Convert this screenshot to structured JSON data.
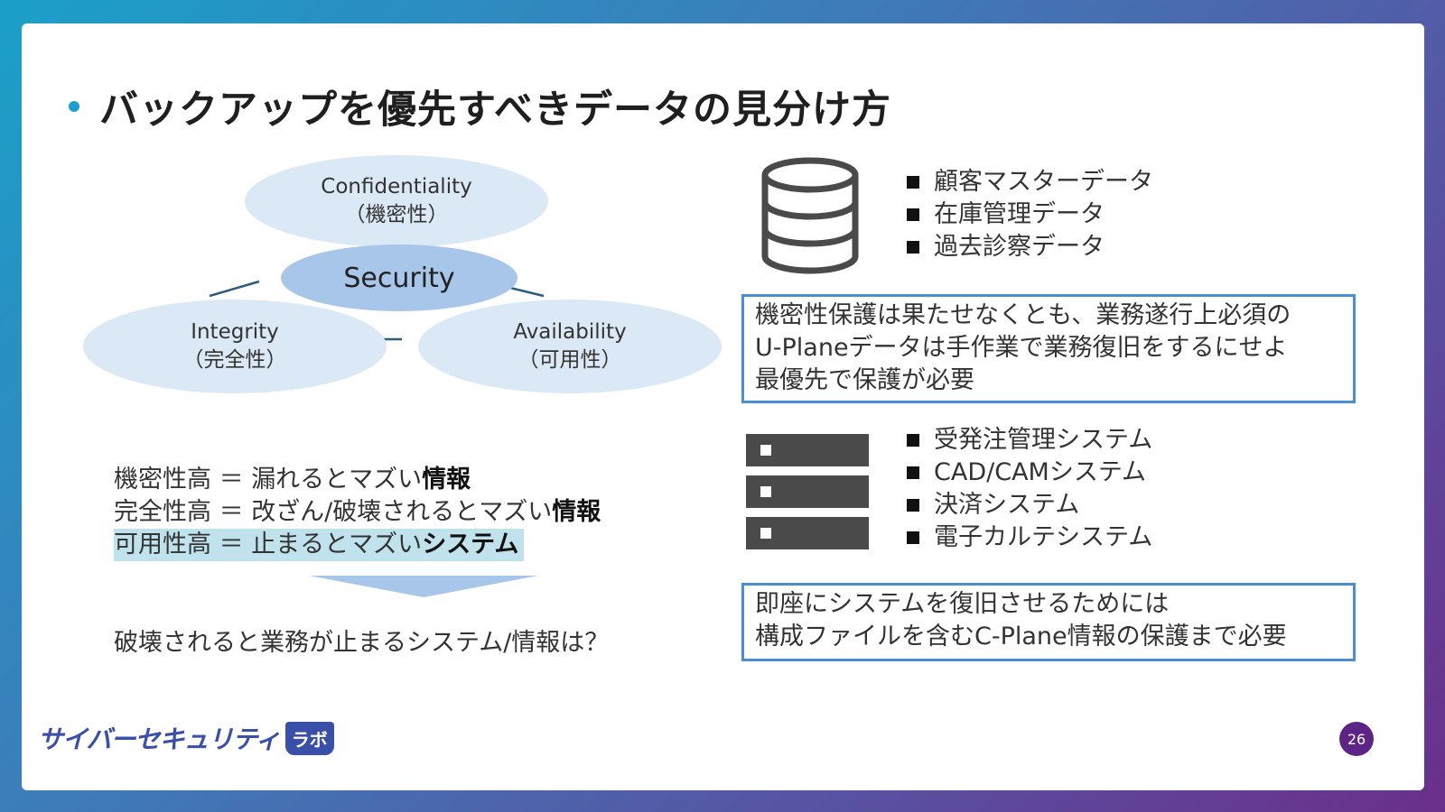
{
  "title": "バックアップを優先すべきデータの見分け方",
  "cia": {
    "confidentiality": "Confidentiality",
    "confidentiality_jp": "（機密性）",
    "security": "Security",
    "integrity": "Integrity",
    "integrity_jp": "（完全性）",
    "availability": "Availability",
    "availability_jp": "（可用性）"
  },
  "definitions": [
    {
      "term": "機密性高",
      "eq": "＝",
      "desc": "漏れるとマズい",
      "bold": "情報"
    },
    {
      "term": "完全性高",
      "eq": "＝",
      "desc": "改ざん/破壊されるとマズい",
      "bold": "情報"
    },
    {
      "term": "可用性高",
      "eq": "＝",
      "desc": "止まるとマズい",
      "bold": "システム"
    }
  ],
  "question": "破壊されると業務が止まるシステム/情報は？",
  "data_list": [
    "顧客マスターデータ",
    "在庫管理データ",
    "過去診察データ"
  ],
  "data_note": [
    "機密性保護は果たせなくとも、業務遂行上必須の",
    "U-Planeデータは手作業で業務復旧をするにせよ",
    "最優先で保護が必要"
  ],
  "system_list": [
    "受発注管理システム",
    "CAD/CAMシステム",
    "決済システム",
    "電子カルテシステム"
  ],
  "system_note": [
    "即座にシステムを復旧させるためには",
    "構成ファイルを含むC-Plane情報の保護まで必要"
  ],
  "footer": {
    "logo_text": "サイバーセキュリティ",
    "logo_badge": "ラボ",
    "page_number": "26"
  },
  "colors": {
    "accent": "#1a9fcf",
    "ellipse_light": "#dbe8f5",
    "ellipse_security": "#a7c6ea",
    "box_border": "#4a8fd6",
    "highlight": "#bfe2ec",
    "icon_gray": "#4a4a4a",
    "logo": "#3a4fa8",
    "page_badge": "#5c2484"
  }
}
